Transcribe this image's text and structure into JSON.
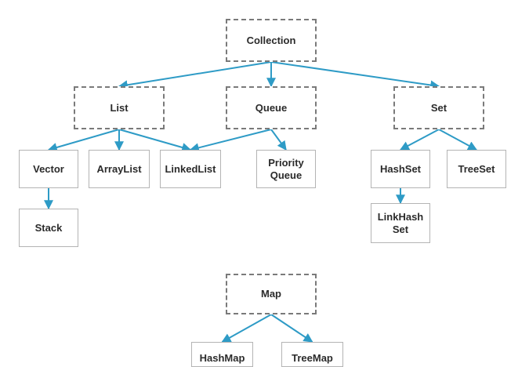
{
  "colors": {
    "edge": "#2e9bc6",
    "interface_border": "#7a7a7a",
    "impl_border": "#b4b4b4",
    "text": "#2b2b2b"
  },
  "nodes": {
    "collection": {
      "label": "Collection",
      "kind": "interface"
    },
    "list": {
      "label": "List",
      "kind": "interface"
    },
    "queue": {
      "label": "Queue",
      "kind": "interface"
    },
    "set": {
      "label": "Set",
      "kind": "interface"
    },
    "vector": {
      "label": "Vector",
      "kind": "class"
    },
    "arraylist": {
      "label": "ArrayList",
      "kind": "class"
    },
    "linkedlist": {
      "label": "LinkedList",
      "kind": "class"
    },
    "priorityqueue": {
      "label": "Priority\nQueue",
      "kind": "class"
    },
    "hashset": {
      "label": "HashSet",
      "kind": "class"
    },
    "treeset": {
      "label": "TreeSet",
      "kind": "class"
    },
    "stack": {
      "label": "Stack",
      "kind": "class"
    },
    "linkhashset": {
      "label": "LinkHash\nSet",
      "kind": "class"
    },
    "map": {
      "label": "Map",
      "kind": "interface"
    },
    "hashmap": {
      "label": "HashMap",
      "kind": "class"
    },
    "treemap": {
      "label": "TreeMap",
      "kind": "class"
    }
  },
  "edges": [
    {
      "from": "collection",
      "to": "list"
    },
    {
      "from": "collection",
      "to": "queue"
    },
    {
      "from": "collection",
      "to": "set"
    },
    {
      "from": "list",
      "to": "vector"
    },
    {
      "from": "list",
      "to": "arraylist"
    },
    {
      "from": "list",
      "to": "linkedlist"
    },
    {
      "from": "queue",
      "to": "linkedlist"
    },
    {
      "from": "queue",
      "to": "priorityqueue"
    },
    {
      "from": "vector",
      "to": "stack"
    },
    {
      "from": "set",
      "to": "hashset"
    },
    {
      "from": "set",
      "to": "treeset"
    },
    {
      "from": "hashset",
      "to": "linkhashset"
    },
    {
      "from": "map",
      "to": "hashmap"
    },
    {
      "from": "map",
      "to": "treemap"
    }
  ]
}
